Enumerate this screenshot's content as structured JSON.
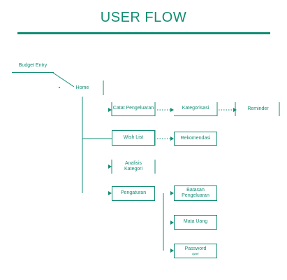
{
  "title": "USER FLOW",
  "colors": {
    "accent": "#138c74"
  },
  "nodes": {
    "budget_entry": "Budget Entry",
    "home": "Home",
    "catat_pengeluaran": "Catat Pengeluaran",
    "kategorisasi": "Kategorisasi",
    "reminder": "Reminder",
    "wishlist": "Wish List",
    "rekomendasi": "Rekomendasi",
    "analisis_kategori": "Analisis Kategori",
    "pengaturan": "Pengaturan",
    "batasan_pengeluaran": "Batasan Pengeluaran",
    "mata_uang": "Mata Uang",
    "password": "Password",
    "password_sub": "qwer"
  }
}
